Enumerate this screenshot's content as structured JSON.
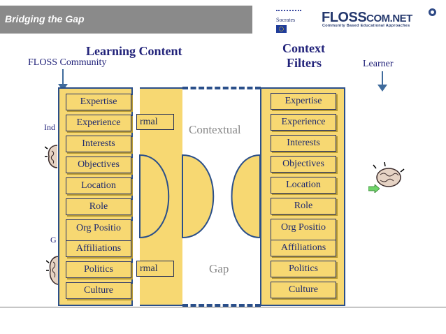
{
  "slide": {
    "title": "Bridging the Gap"
  },
  "logos": {
    "socrates_label": "Socrates",
    "flosscom_main": "FLOSS",
    "flosscom_suffix": "COM.NET",
    "flosscom_tagline": "Community Based Educational Approaches"
  },
  "headers": {
    "learning_content": "Learning Content",
    "floss_community": "FLOSS Community",
    "context_line1": "Context",
    "context_line2": "Filters",
    "learner": "Learner"
  },
  "background_labels": {
    "individual_fragment": "Ind",
    "group_fragment": "G",
    "informal_fragment": "rmal",
    "formal_fragment": "rmal"
  },
  "center": {
    "contextual": "Contextual",
    "gap": "Gap"
  },
  "left_column": {
    "items": [
      "Expertise",
      "Experience",
      "Interests",
      "Objectives",
      "Location",
      "Role",
      "Org Positio",
      "Affiliations",
      "Politics",
      "Culture"
    ]
  },
  "right_column": {
    "items": [
      "Expertise",
      "Experience",
      "Interests",
      "Objectives",
      "Location",
      "Role",
      "Org Positio",
      "Affiliations",
      "Politics",
      "Culture"
    ]
  },
  "colors": {
    "panel_fill": "#f7d872",
    "panel_border": "#2a4f8a",
    "text_navy": "#22237a",
    "title_bar": "#8a8a8a",
    "arrow": "#3f6b9c"
  },
  "icons": {
    "brain": "brain-icon",
    "arrow": "down-arrow-icon",
    "pointer": "right-arrow-icon"
  }
}
